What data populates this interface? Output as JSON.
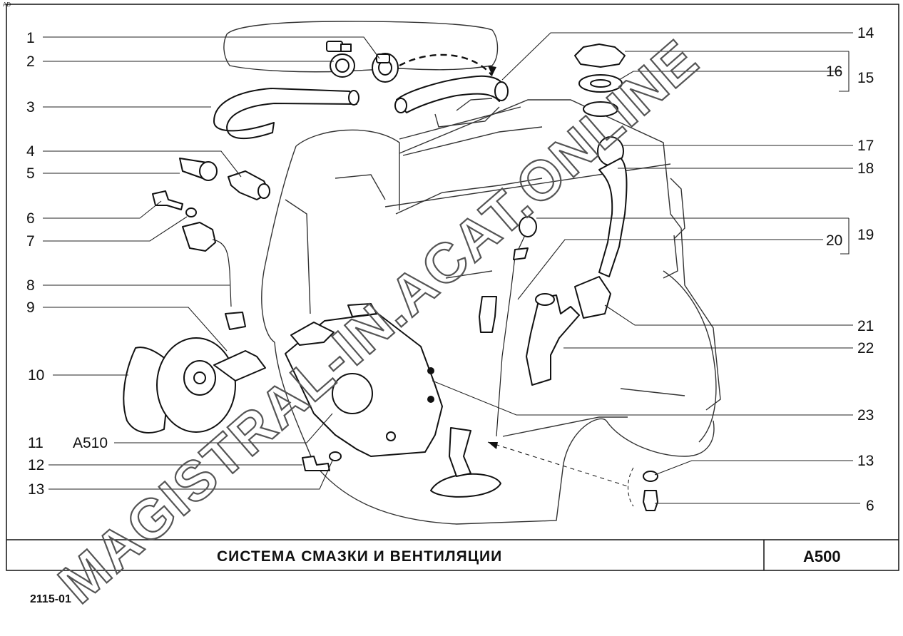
{
  "corner_mark": "AD",
  "callouts_left": [
    {
      "num": "1"
    },
    {
      "num": "2"
    },
    {
      "num": "3"
    },
    {
      "num": "4"
    },
    {
      "num": "5"
    },
    {
      "num": "6"
    },
    {
      "num": "7"
    },
    {
      "num": "8"
    },
    {
      "num": "9"
    },
    {
      "num": "10"
    },
    {
      "num": "11",
      "ref": "А510"
    },
    {
      "num": "12"
    },
    {
      "num": "13"
    }
  ],
  "callouts_right": [
    {
      "num": "14"
    },
    {
      "num": "16"
    },
    {
      "num": "15"
    },
    {
      "num": "17"
    },
    {
      "num": "18"
    },
    {
      "num": "20"
    },
    {
      "num": "19"
    },
    {
      "num": "21"
    },
    {
      "num": "22"
    },
    {
      "num": "23"
    },
    {
      "num": "13"
    },
    {
      "num": "6"
    }
  ],
  "title_block": {
    "title": "СИСТЕМА   СМАЗКИ   И   ВЕНТИЛЯЦИИ",
    "code": "А500"
  },
  "drawing_number": "2115-01",
  "watermark": "MAGISTRAL-IN.ACAT.ONLINE"
}
